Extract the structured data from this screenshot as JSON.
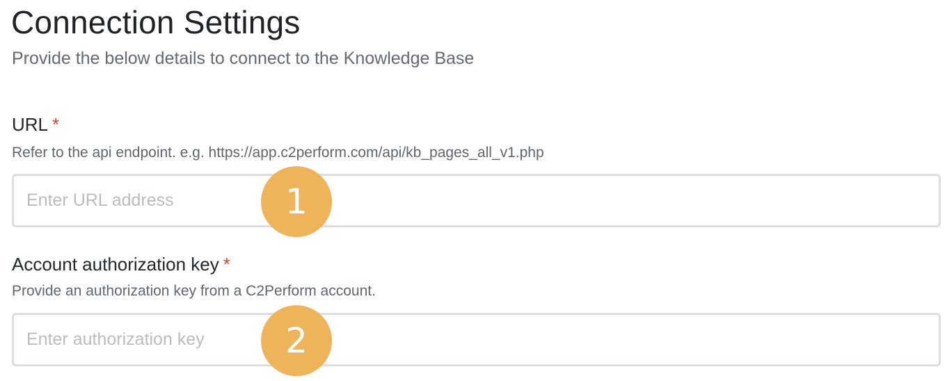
{
  "header": {
    "title": "Connection Settings",
    "subtitle": "Provide the below details to connect to the Knowledge Base"
  },
  "fields": [
    {
      "label": "URL",
      "required_mark": "*",
      "help": "Refer to the api endpoint. e.g. https://app.c2perform.com/api/kb_pages_all_v1.php",
      "value": "",
      "placeholder": "Enter URL address",
      "badge": "1"
    },
    {
      "label": "Account authorization key",
      "required_mark": "*",
      "help": "Provide an authorization key from a C2Perform account.",
      "value": "",
      "placeholder": "Enter authorization key",
      "badge": "2"
    }
  ],
  "colors": {
    "required": "#c84b31",
    "badge": "#efb45a",
    "input_border": "#dcdee0"
  }
}
